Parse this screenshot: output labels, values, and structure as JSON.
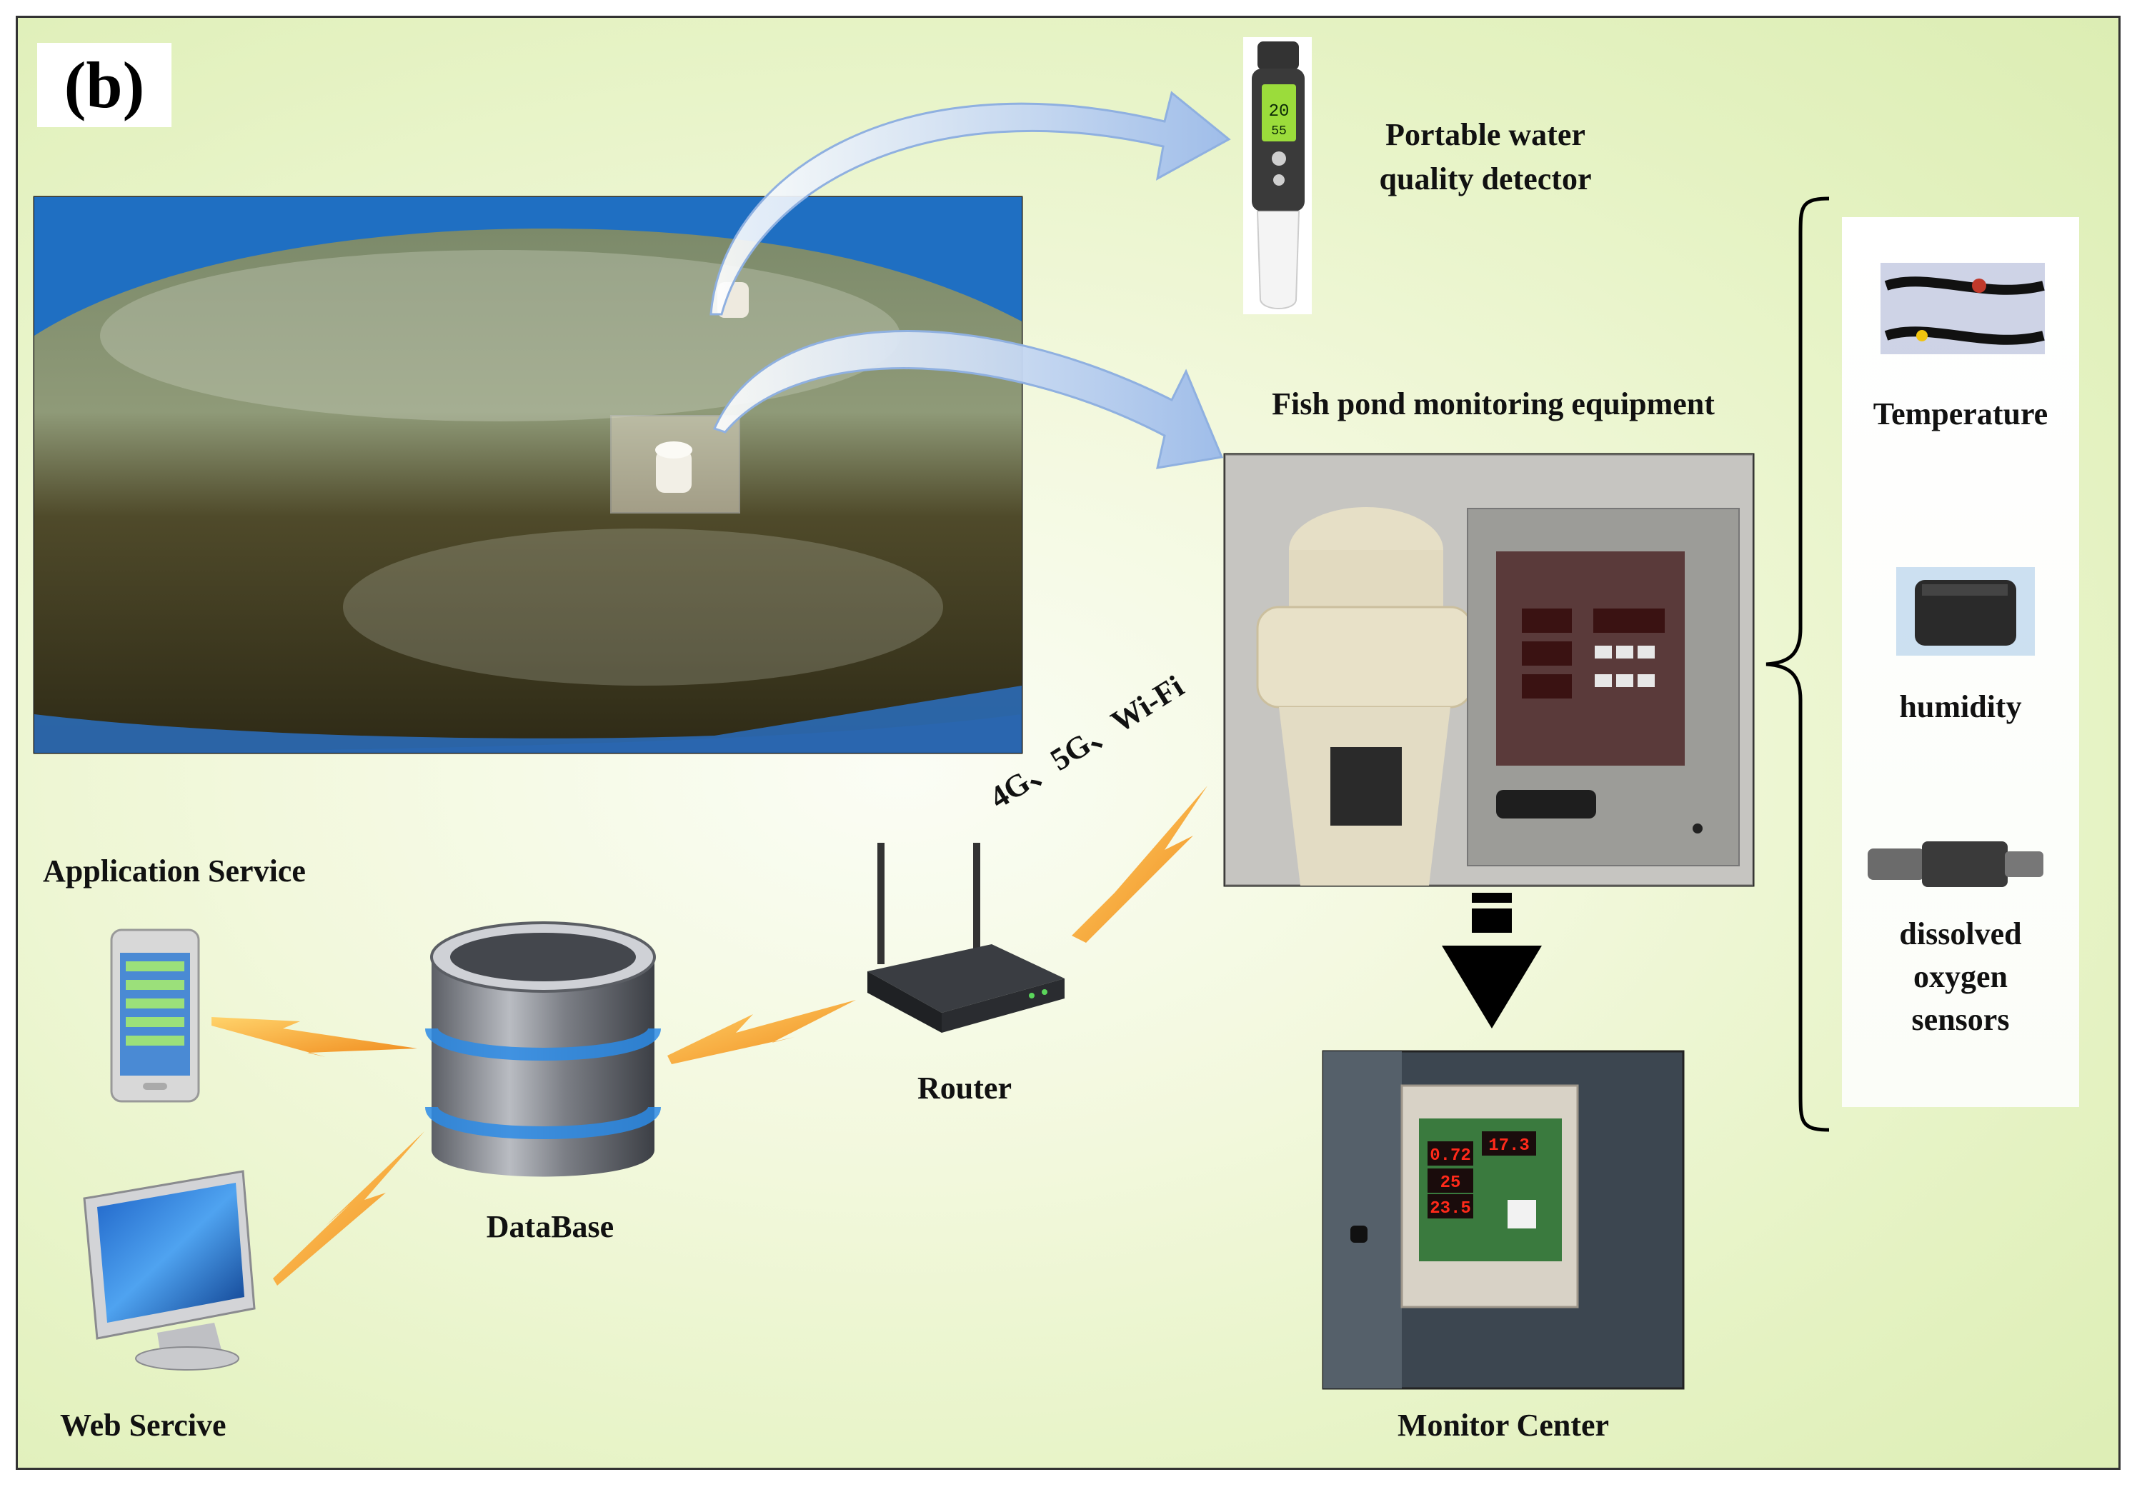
{
  "figure_label": "(b)",
  "labels": {
    "portable_detector": "Portable water\nquality detector",
    "fish_pond_equipment": "Fish pond monitoring equipment",
    "temperature": "Temperature",
    "humidity": "humidity",
    "dissolved_oxygen": "dissolved\noxygen\nsensors",
    "monitor_center": "Monitor Center",
    "router": "Router",
    "network": "4G、5G、Wi-Fi",
    "database": "DataBase",
    "application_service": "Application Service",
    "web_service": "Web Sercive"
  },
  "device_readouts": {
    "detector_values": [
      "20",
      "55"
    ],
    "monitor_values": [
      "0.72",
      "17.3",
      "25",
      "23.5"
    ]
  },
  "colors": {
    "background": "#e4f2c1",
    "arrow_blue": "#a9c6ee",
    "lightning": "#f5a623",
    "led_red": "#ff2a1a",
    "panel_dark": "#5a3a3a"
  }
}
